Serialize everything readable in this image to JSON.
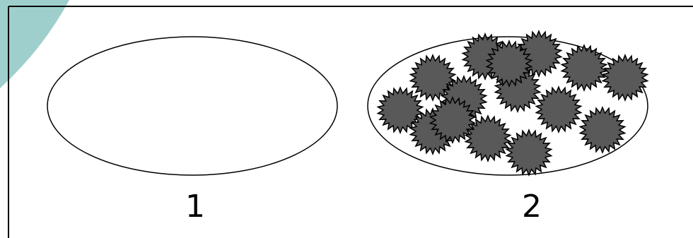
{
  "colors": {
    "background": "#ffffff",
    "frame": "#000000",
    "corner_accent": "#9fcfcc",
    "ellipse_stroke": "#000000",
    "particle_fill": "#595959",
    "particle_stroke": "#000000"
  },
  "panels": [
    {
      "label": "1",
      "particle_count": 0
    },
    {
      "label": "2",
      "particle_count": 15
    }
  ]
}
